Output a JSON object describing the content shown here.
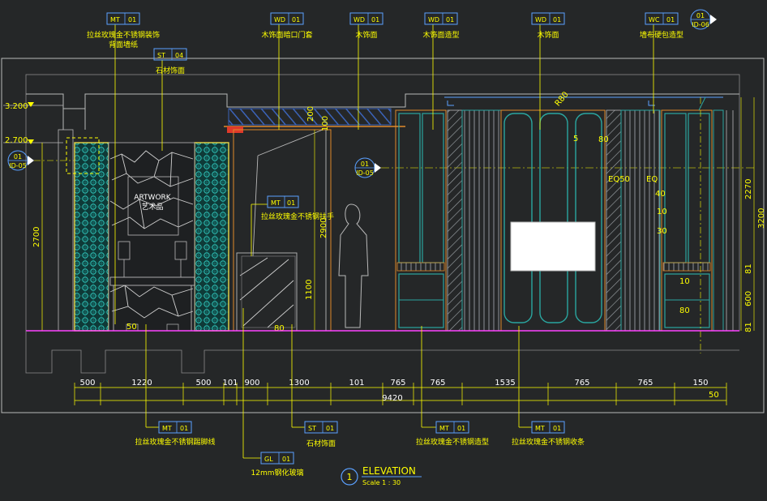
{
  "colors": {
    "background": "#252728",
    "outline": "#b8b8b8",
    "leader": "#ffff00",
    "tag": "#5aa0ff",
    "teal": "#2aa6a0",
    "orange": "#e08a2a",
    "floor": "#ff44ff",
    "white": "#ffffff"
  },
  "callouts_top": [
    {
      "code": "MT",
      "num": "01",
      "line1": "拉丝玫瑰金不锈钢装饰",
      "line2": "背面墙纸"
    },
    {
      "code": "ST",
      "num": "04",
      "line1": "石材饰面",
      "line2": ""
    },
    {
      "code": "WD",
      "num": "01",
      "line1": "木饰面暗口门套",
      "line2": ""
    },
    {
      "code": "WD",
      "num": "01",
      "line1": "木饰面",
      "line2": ""
    },
    {
      "code": "WD",
      "num": "01",
      "line1": "木饰面造型",
      "line2": ""
    },
    {
      "code": "WD",
      "num": "01",
      "line1": "木饰面",
      "line2": ""
    },
    {
      "code": "WC",
      "num": "01",
      "line1": "墙布硬包造型",
      "line2": ""
    }
  ],
  "callout_mid": {
    "code": "MT",
    "num": "01",
    "line1": "拉丝玫瑰金不锈钢扶手"
  },
  "callouts_bottom": [
    {
      "code": "MT",
      "num": "01",
      "line1": "拉丝玫瑰金不锈钢踢脚线"
    },
    {
      "code": "GL",
      "num": "01",
      "line1": "12mm钢化玻璃"
    },
    {
      "code": "ST",
      "num": "01",
      "line1": "石材饰面"
    },
    {
      "code": "MT",
      "num": "01",
      "line1": "拉丝玫瑰金不锈钢造型"
    },
    {
      "code": "MT",
      "num": "01",
      "line1": "拉丝玫瑰金不锈钢收条"
    }
  ],
  "section_markers": [
    {
      "top": "01",
      "bottom": "ID-05"
    },
    {
      "top": "01",
      "bottom": "ID-05"
    },
    {
      "top": "01",
      "bottom": "ID-06"
    }
  ],
  "levels": [
    "3.200",
    "2.700"
  ],
  "artwork": {
    "en": "ARTWORK",
    "cn": "艺术品"
  },
  "dims_bottom": [
    "500",
    "1220",
    "500",
    "101",
    "900",
    "1300",
    "101",
    "765",
    "765",
    "1535",
    "765",
    "765",
    "150"
  ],
  "dim_total": "9420",
  "dim_end": "50",
  "dims_left": [
    "2700"
  ],
  "dims_mid": [
    "2900",
    "1100",
    "200",
    "100",
    "80",
    "50"
  ],
  "dims_panel": [
    "R80",
    "5",
    "80",
    "EQ50",
    "EQ",
    "40",
    "10",
    "30",
    "10",
    "80"
  ],
  "dims_right": [
    "2270",
    "3200",
    "81",
    "600",
    "81"
  ],
  "title": {
    "num": "1",
    "label": "ELEVATION",
    "scale": "Scale 1 : 30"
  }
}
